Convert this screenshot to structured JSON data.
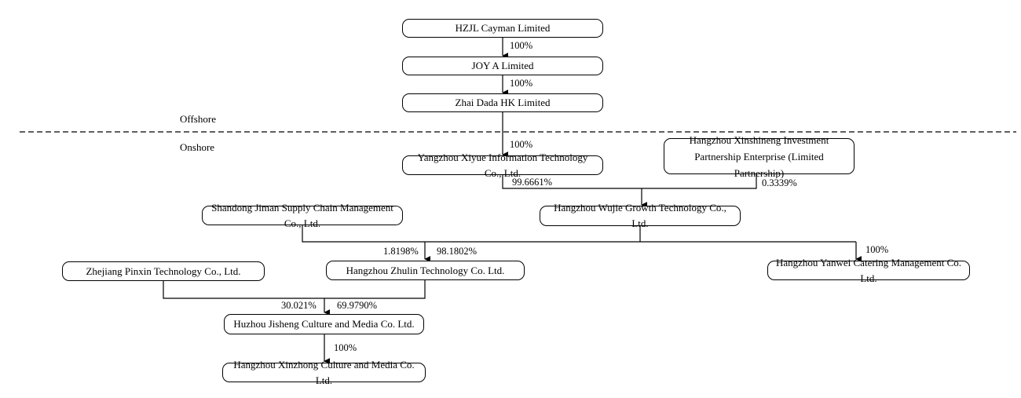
{
  "sections": {
    "offshore": "Offshore",
    "onshore": "Onshore"
  },
  "nodes": {
    "hzjl": {
      "label": "HZJL Cayman Limited"
    },
    "joya": {
      "label": "JOY A Limited"
    },
    "zhaidada": {
      "label": "Zhai Dada HK Limited"
    },
    "xiyue": {
      "label": "Yangzhou Xiyue Information Technology Co., Ltd."
    },
    "xinshineng": {
      "label": "Hangzhou Xinshineng Investment Partnership Enterprise (Limited Partnership)"
    },
    "jiman": {
      "label": "Shandong Jiman Supply Chain Management Co., Ltd."
    },
    "wujie": {
      "label": "Hangzhou Wujie Growth Technology Co., Ltd."
    },
    "pinxin": {
      "label": "Zhejiang Pinxin Technology Co., Ltd."
    },
    "zhulin": {
      "label": "Hangzhou Zhulin Technology Co. Ltd."
    },
    "yanwei": {
      "label": "Hangzhou Yanwei Catering Management Co. Ltd."
    },
    "jisheng": {
      "label": "Huzhou Jisheng Culture and Media Co. Ltd."
    },
    "xinzhong": {
      "label": "Hangzhou Xinzhong Culture and Media Co. Ltd."
    }
  },
  "ownership": {
    "hzjl_joya": "100%",
    "joya_zhaidada": "100%",
    "zhaidada_xiyue": "100%",
    "xiyue_wujie": "99.6661%",
    "xinshineng_wujie": "0.3339%",
    "jiman_zhulin": "1.8198%",
    "wujie_zhulin": "98.1802%",
    "wujie_yanwei": "100%",
    "pinxin_jisheng": "30.021%",
    "zhulin_jisheng": "69.9790%",
    "jisheng_xinzhong": "100%"
  },
  "colors": {
    "line": "#000000",
    "box_border": "#000000",
    "box_fill": "#ffffff",
    "background": "#ffffff",
    "text": "#000000"
  }
}
